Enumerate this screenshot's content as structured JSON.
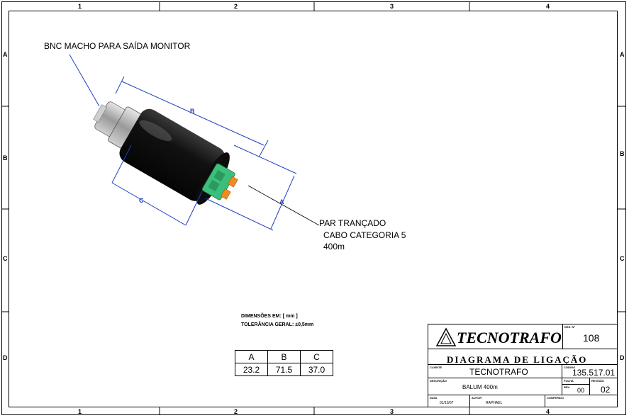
{
  "zones": {
    "columns": [
      "1",
      "2",
      "3",
      "4"
    ],
    "rows": [
      "A",
      "B",
      "C",
      "D"
    ]
  },
  "callouts": {
    "bnc": "BNC MACHO PARA SAÍDA MONITOR",
    "pair_line1": "PAR TRANÇADO",
    "pair_line2": "CABO CATEGORIA 5",
    "pair_line3": "400m"
  },
  "dimension_labels": {
    "a": "A",
    "b": "B",
    "c": "C"
  },
  "notes": {
    "units": "DIMENSÕES EM: [ mm ]",
    "tolerance": "TOLERÂNCIA GERAL: ±0,5mm"
  },
  "dimensions_table": {
    "headers": [
      "A",
      "B",
      "C"
    ],
    "values": [
      "23.2",
      "71.5",
      "37.0"
    ]
  },
  "title_block": {
    "company": "TECNOTRAFO",
    "title": "DIAGRAMA DE LIGAÇÃO",
    "des_no_label": "DES. Nº",
    "des_no": "108",
    "cliente_label": "CLIENTE",
    "cliente": "TECNOTRAFO",
    "codigo_label": "CÓDIGO",
    "codigo": "135.517.01",
    "descricao_label": "DESCRIÇÃO",
    "descricao": "BALUM 400m",
    "folha_label": "FOLHA",
    "rev_label": "REV.",
    "rev": "00",
    "revisao_label": "REVISÃO",
    "revisao": "02",
    "data_label": "DATA",
    "data": "01/10/07",
    "autor_label": "AUTOR",
    "autor": "RAPHAEL",
    "conferido_label": "CONFERIDO"
  },
  "colors": {
    "housing": "#1a1a1a",
    "connector_green": "#3cbf7a",
    "connector_orange": "#f08c1e",
    "dimension_blue": "#1f3fbf",
    "metal": "#b8b8b8"
  }
}
